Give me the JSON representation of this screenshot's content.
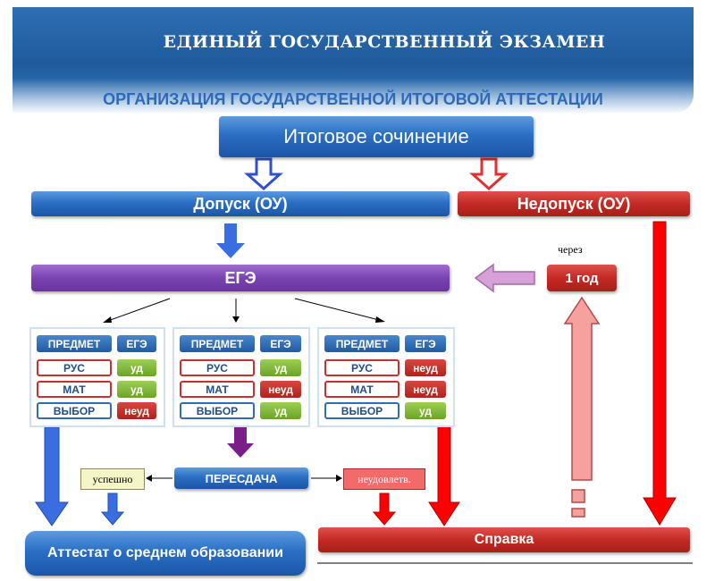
{
  "header": {
    "title": "ЕДИНЫЙ ГОСУДАРСТВЕННЫЙ ЭКЗАМЕН",
    "subtitle": "ОРГАНИЗАЦИЯ ГОСУДАРСТВЕННОЙ ИТОГОВОЙ АТТЕСТАЦИИ"
  },
  "nodes": {
    "essay": "Итоговое сочинение",
    "admission": "Допуск (ОУ)",
    "non_admission": "Недопуск (ОУ)",
    "ege": "ЕГЭ",
    "one_year": "1 год",
    "via_label": "через",
    "retake": "ПЕРЕСДАЧА",
    "success": "успешно",
    "unsatisfactory": "неудовлетв.",
    "certificate": "Аттестат о среднем образовании",
    "spravka": "Справка"
  },
  "scenarios": [
    {
      "header_subject": "ПРЕДМЕТ",
      "header_exam": "ЕГЭ",
      "rows": [
        {
          "subject": "РУС",
          "result": "уд"
        },
        {
          "subject": "МАТ",
          "result": "уд"
        },
        {
          "subject": "ВЫБОР",
          "result": "неуд"
        }
      ]
    },
    {
      "header_subject": "ПРЕДМЕТ",
      "header_exam": "ЕГЭ",
      "rows": [
        {
          "subject": "РУС",
          "result": "уд"
        },
        {
          "subject": "МАТ",
          "result": "неуд"
        },
        {
          "subject": "ВЫБОР",
          "result": "уд"
        }
      ]
    },
    {
      "header_subject": "ПРЕДМЕТ",
      "header_exam": "ЕГЭ",
      "rows": [
        {
          "subject": "РУС",
          "result": "неуд"
        },
        {
          "subject": "МАТ",
          "result": "неуд"
        },
        {
          "subject": "ВЫБОР",
          "result": "уд"
        }
      ]
    }
  ],
  "colors": {
    "blue": "#2a6fc4",
    "red": "#c42a24",
    "purple": "#7a44b0",
    "pink": "#f4a5a5",
    "green": "#6aa32a"
  }
}
